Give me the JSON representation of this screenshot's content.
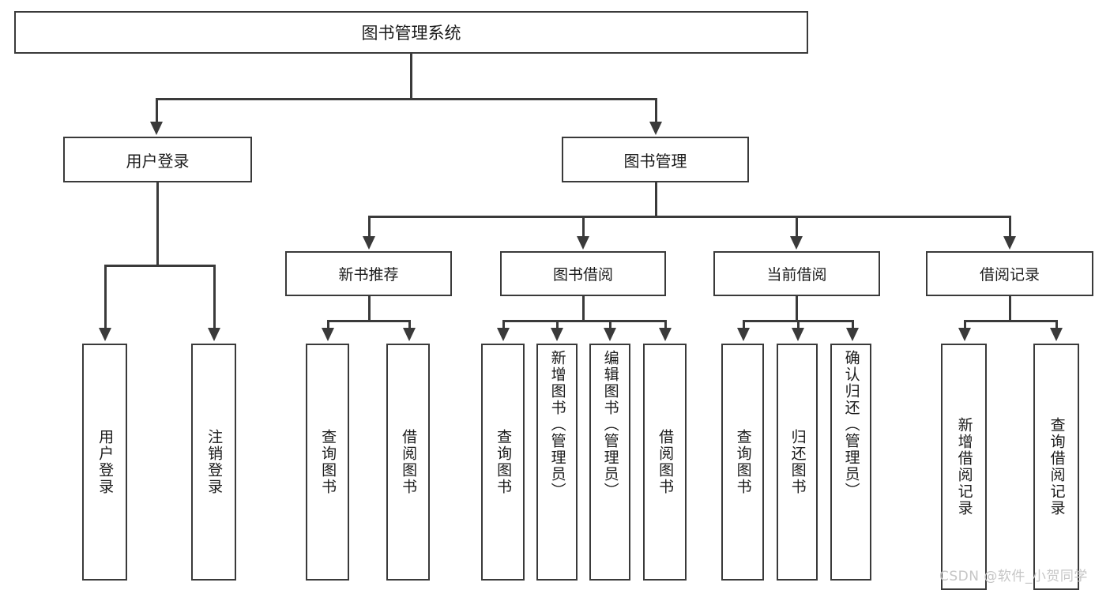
{
  "diagram": {
    "title": "图书管理系统",
    "type": "tree-hierarchy",
    "root": {
      "label": "图书管理系统"
    },
    "level1": [
      {
        "label": "用户登录"
      },
      {
        "label": "图书管理"
      }
    ],
    "level2": [
      {
        "label": "新书推荐"
      },
      {
        "label": "图书借阅"
      },
      {
        "label": "当前借阅"
      },
      {
        "label": "借阅记录"
      }
    ],
    "leaves": {
      "user_login": [
        {
          "label": "用户登录"
        },
        {
          "label": "注销登录"
        }
      ],
      "new_book_recommend": [
        {
          "label": "查询图书"
        },
        {
          "label": "借阅图书"
        }
      ],
      "book_borrow": [
        {
          "label": "查询图书"
        },
        {
          "label": "新增图书（管理员）"
        },
        {
          "label": "编辑图书（管理员）"
        },
        {
          "label": "借阅图书"
        }
      ],
      "current_borrow": [
        {
          "label": "查询图书"
        },
        {
          "label": "归还图书"
        },
        {
          "label": "确认归还（管理员）"
        }
      ],
      "borrow_record": [
        {
          "label": "新增借阅记录"
        },
        {
          "label": "查询借阅记录"
        }
      ]
    }
  },
  "watermark": {
    "text": "CSDN @软件_小贺同学"
  },
  "colors": {
    "stroke": "#3a3a3a",
    "text": "#1b1b1b",
    "background": "#ffffff",
    "watermark": "#c6c6c6"
  }
}
